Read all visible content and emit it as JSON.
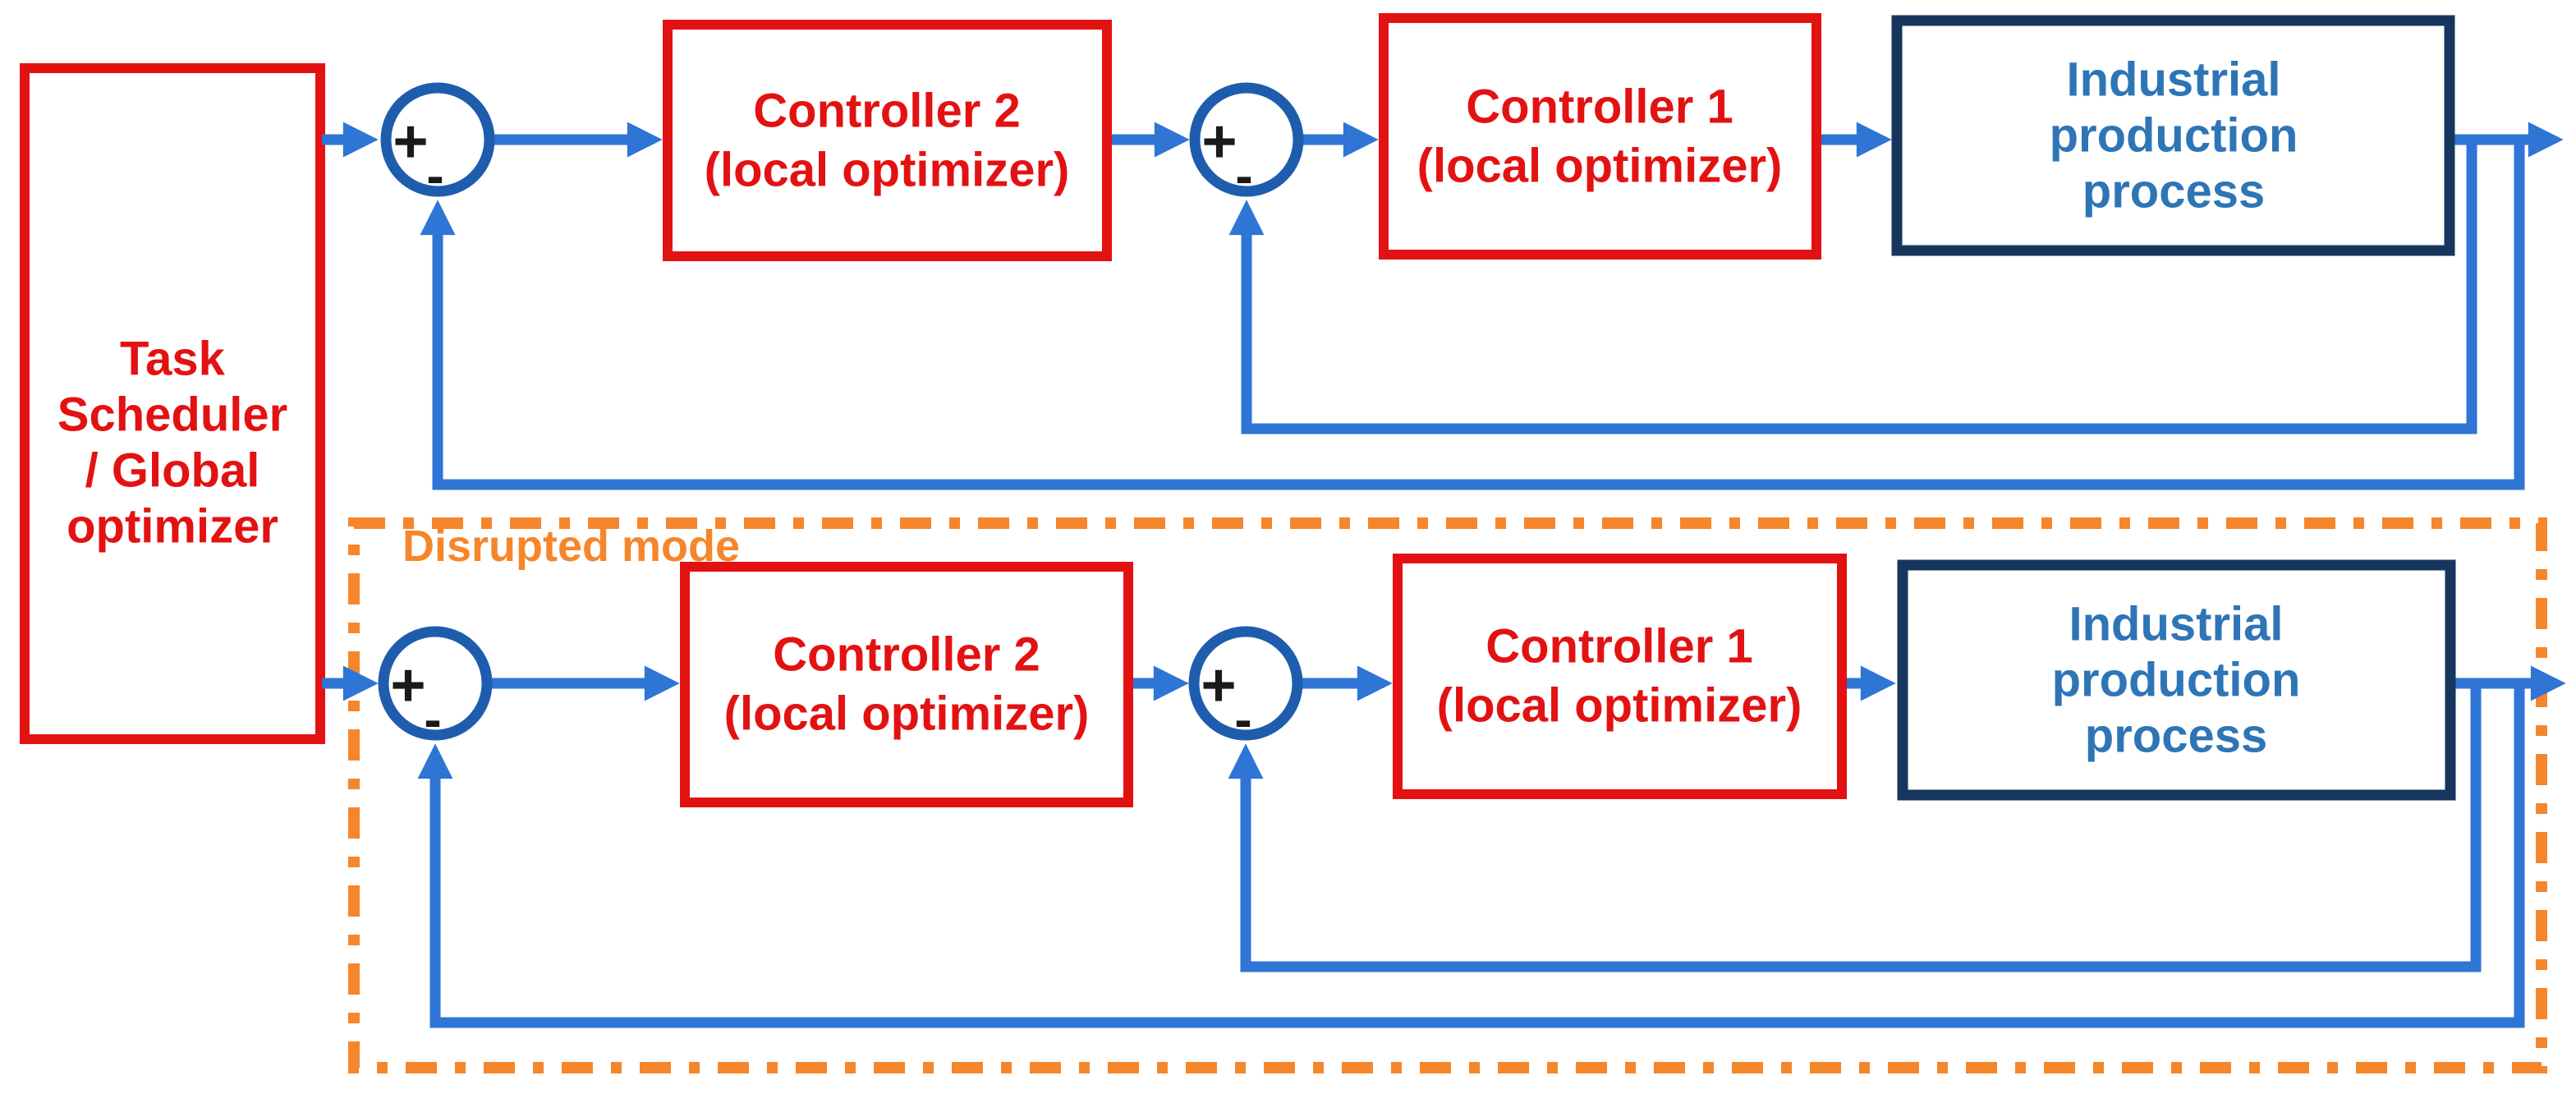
{
  "colors": {
    "background": "#FFFFFF",
    "red": "#E31212",
    "line_blue": "#2E75D6",
    "sum_blue": "#1E5DAD",
    "navy": "#17365D",
    "process_text_blue": "#2E75B6",
    "orange": "#F6862B",
    "sign_black": "#1A1A1A"
  },
  "task_scheduler": {
    "lines": [
      "Task",
      "Scheduler",
      "/ Global",
      "optimizer"
    ]
  },
  "normal_loop": {
    "sum1": {
      "plus": "+",
      "minus": "-"
    },
    "controller2": {
      "lines": [
        "Controller 2",
        "(local optimizer)"
      ]
    },
    "sum2": {
      "plus": "+",
      "minus": "-"
    },
    "controller1": {
      "lines": [
        "Controller 1",
        "(local optimizer)"
      ]
    },
    "process": {
      "lines": [
        "Industrial",
        "production",
        "process"
      ]
    }
  },
  "disrupted_loop": {
    "label": "Disrupted mode",
    "sum1": {
      "plus": "+",
      "minus": "-"
    },
    "controller2": {
      "lines": [
        "Controller 2",
        "(local optimizer)"
      ]
    },
    "sum2": {
      "plus": "+",
      "minus": "-"
    },
    "controller1": {
      "lines": [
        "Controller 1",
        "(local optimizer)"
      ]
    },
    "process": {
      "lines": [
        "Industrial",
        "production",
        "process"
      ]
    }
  }
}
